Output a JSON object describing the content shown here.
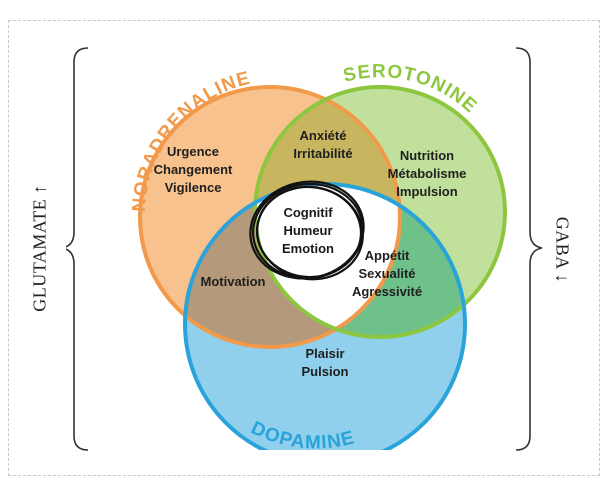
{
  "left_side_label": "GLUTAMATE ↑",
  "right_side_label": "GABA ↓",
  "circles": {
    "noradrenaline": {
      "title": "NORADRENALINE",
      "color": "#f2994a",
      "fill": "#f7b77a",
      "items": [
        "Urgence",
        "Changement",
        "Vigilence"
      ]
    },
    "serotonine": {
      "title": "SEROTONINE",
      "color": "#8dc63f",
      "fill": "#b5db8a",
      "items": [
        "Nutrition",
        "Métabolisme",
        "Impulsion"
      ]
    },
    "dopamine": {
      "title": "DOPAMINE",
      "color": "#29a3d9",
      "fill": "#7cc8ea",
      "items": [
        "Plaisir",
        "Pulsion"
      ]
    }
  },
  "overlaps": {
    "noradrenaline_serotonine": [
      "Anxiété",
      "Irritabilité"
    ],
    "noradrenaline_dopamine": [
      "Motivation"
    ],
    "serotonine_dopamine": [
      "Appétit",
      "Sexualité",
      "Agressivité"
    ],
    "center": [
      "Cognitif",
      "Humeur",
      "Emotion"
    ]
  }
}
